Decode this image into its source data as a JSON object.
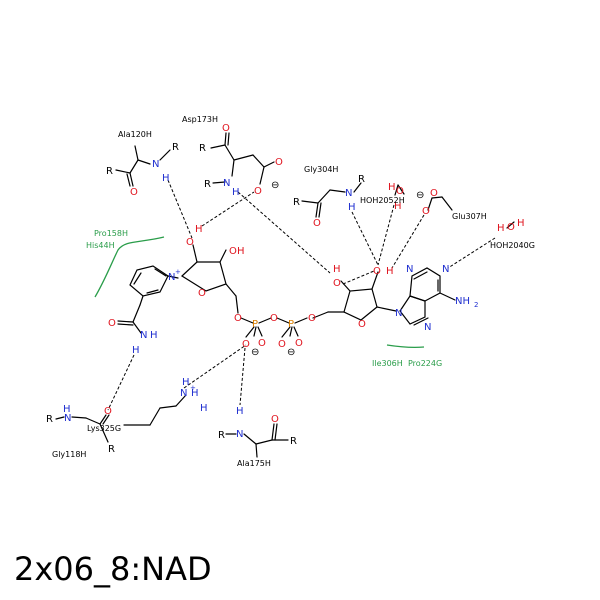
{
  "title": "2x06_8:NAD",
  "residues": {
    "ala120": "Ala120H",
    "asp173": "Asp173H",
    "gly304": "Gly304H",
    "hoh2052": "HOH2052H",
    "glu307": "Glu307H",
    "hoh2040": "HOH2040G",
    "pro158": "Pro158H",
    "his44": "His44H",
    "ile306": "Ile306H",
    "pro224": "Pro224G",
    "lys325": "Lys325G",
    "gly118": "Gly118H",
    "ala175": "Ala175H"
  },
  "atoms": {
    "R": "R",
    "N": "N",
    "H": "H",
    "O": "O",
    "P": "P",
    "NH2": "NH",
    "sub2": "2",
    "plus": "+",
    "minus": "⊖"
  },
  "colors": {
    "nitrogen": "#1f2fd0",
    "oxygen": "#e0141e",
    "phosphorus": "#d97f00",
    "hydrophobic": "#2a9d4a"
  }
}
